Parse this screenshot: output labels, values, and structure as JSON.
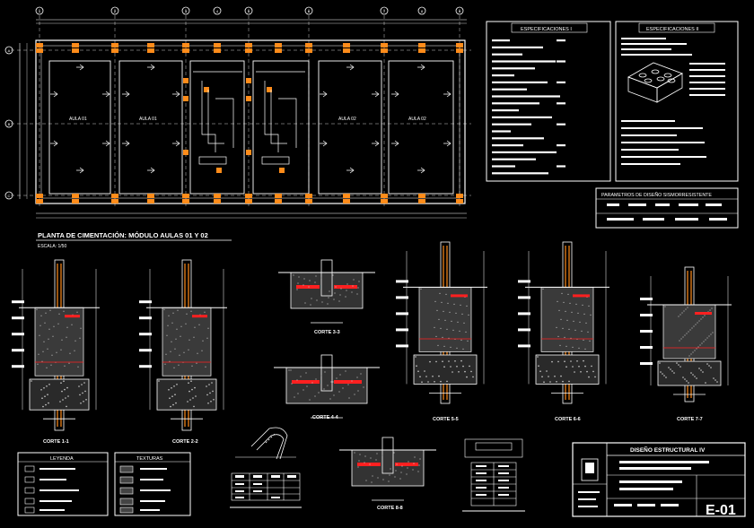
{
  "plan": {
    "grid_axes": [
      "1",
      "2",
      "3",
      "4",
      "5",
      "6",
      "7",
      "8",
      "9"
    ],
    "rows": [
      "A",
      "B",
      "C"
    ],
    "room_labels": [
      "AULA 01",
      "AULA 01",
      "AULA 02",
      "AULA 02"
    ],
    "title": "PLANTA DE CIMENTACIÓN: MÓDULO AULAS 01 Y 02",
    "scale": "ESCALA: 1/50"
  },
  "specs": {
    "panel1_title": "ESPECIFICACIONES I",
    "panel2_title": "ESPECIFICACIONES II"
  },
  "seismic": {
    "title": "PARAMETROS DE DISEÑO SISMORRESISTENTE"
  },
  "sections": {
    "labels": [
      "CORTE 1-1",
      "CORTE 2-2",
      "CORTE 3-3",
      "CORTE 4-4",
      "CORTE 5-5",
      "CORTE 6-6",
      "CORTE 7-7",
      "CORTE 8-8"
    ]
  },
  "legend": {
    "title": "LEYENDA",
    "textures_title": "TEXTURAS"
  },
  "titleblock": {
    "project": "DISEÑO ESTRUCTURAL IV",
    "sheet": "E-01"
  },
  "colors": {
    "line": "#ffffff",
    "accent": "#ff8c1a",
    "rebar": "#ff2020",
    "background": "#000000"
  }
}
